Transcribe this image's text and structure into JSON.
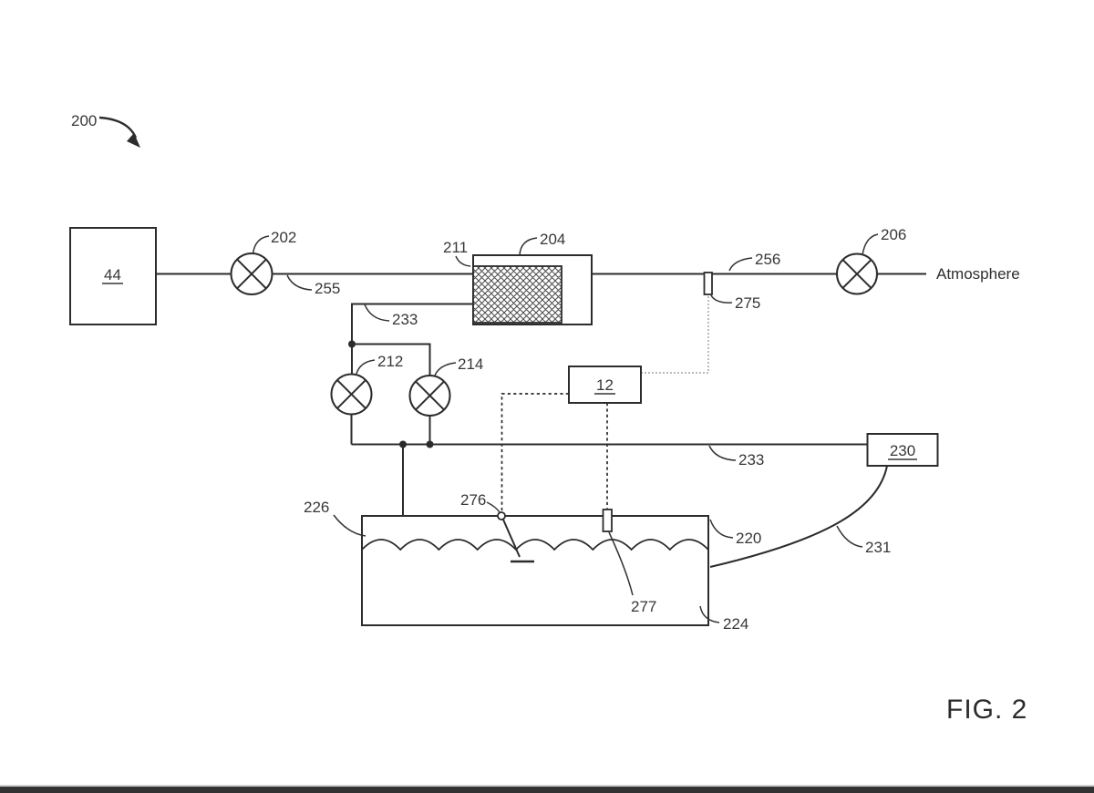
{
  "figure": {
    "caption": "FIG. 2",
    "system_number": "200",
    "atmosphere_label": "Atmosphere"
  },
  "colors": {
    "line": "#2c2c2c",
    "label_text": "#373737",
    "control_line_thin": "#909090",
    "bottom_bar": "#323232"
  },
  "components": {
    "source_box": "44",
    "valve_left": "202",
    "line_fuel_vapor": "255",
    "canister_fill": "211",
    "canister": "204",
    "vent_line": "256",
    "vent_sensor": "275",
    "valve_atmosphere": "206",
    "purge_line_upper": "233",
    "valve_purge_a": "212",
    "valve_purge_b": "214",
    "controller": "12",
    "purge_line_lower": "233",
    "module": "230",
    "tank_wall": "226",
    "level_probe": "276",
    "tank_sensor": "277",
    "fuel_tank": "220",
    "module_link": "231",
    "fuel_volume": "224"
  }
}
